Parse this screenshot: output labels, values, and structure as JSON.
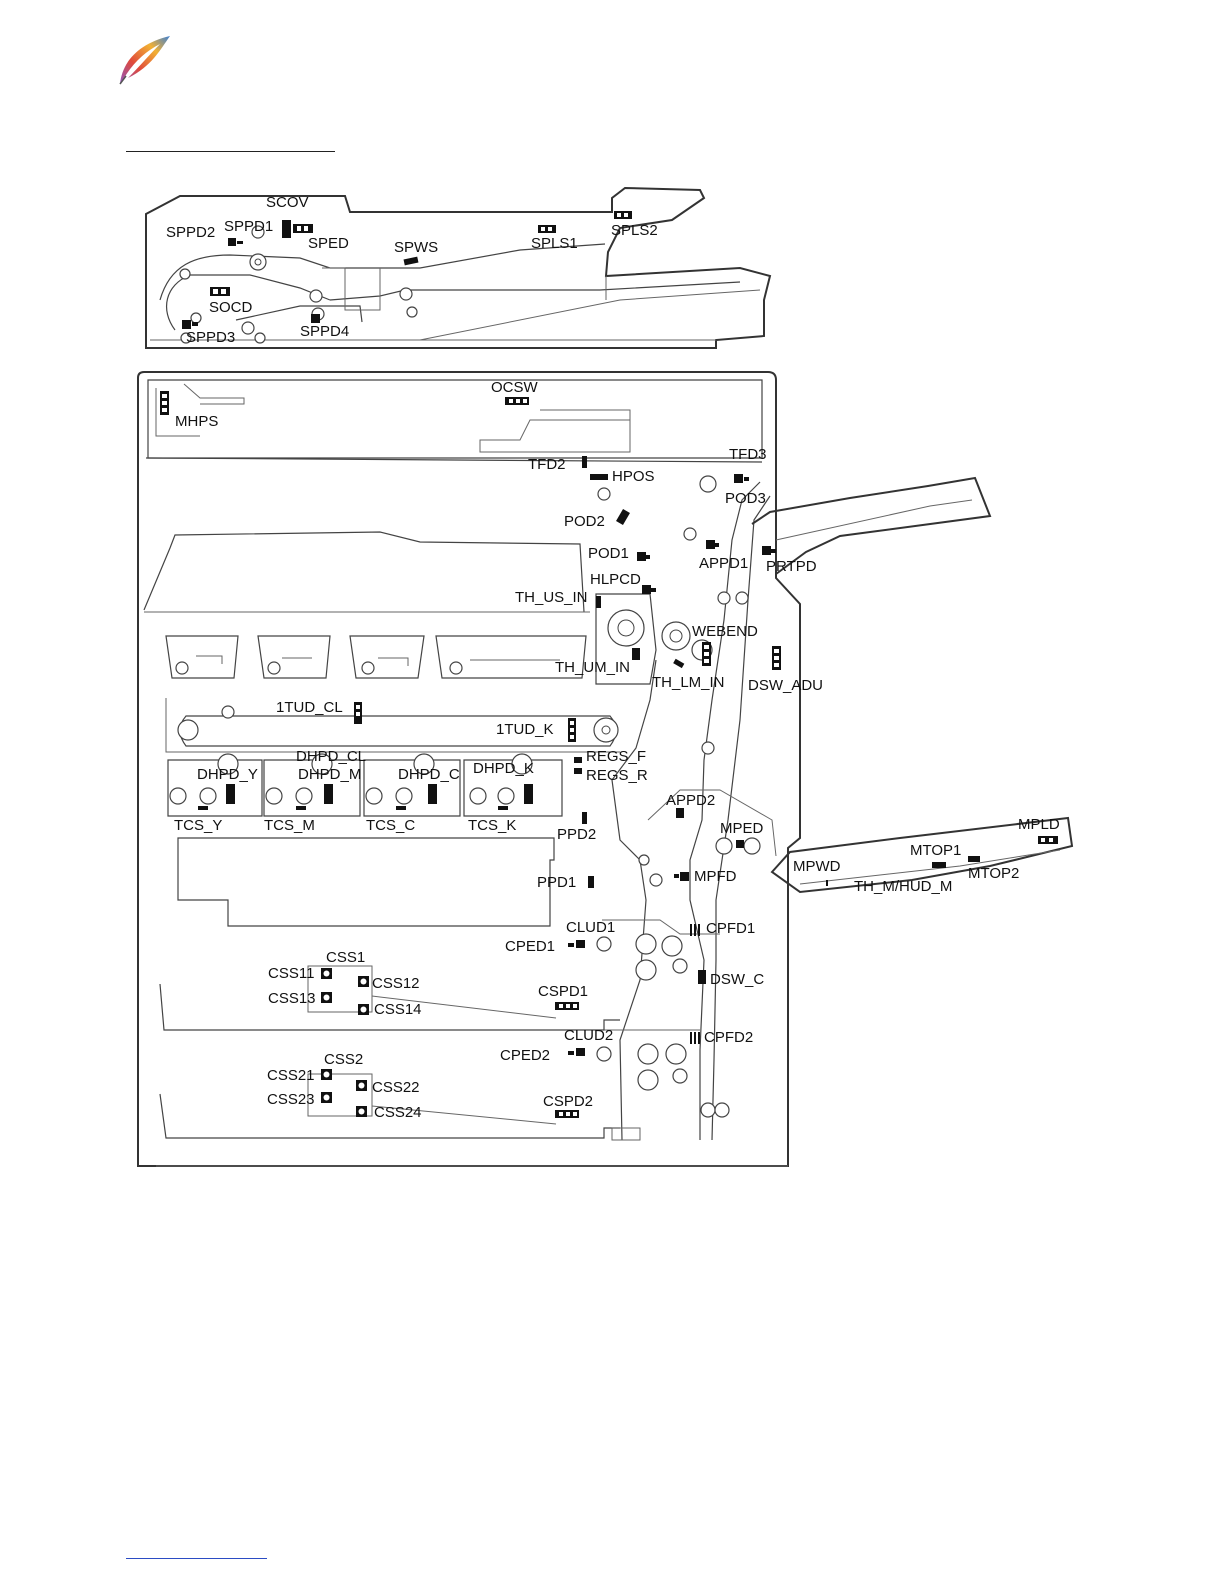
{
  "diagram": {
    "sensors": [
      {
        "id": "SCOV"
      },
      {
        "id": "SPPD1"
      },
      {
        "id": "SPPD2"
      },
      {
        "id": "SPED"
      },
      {
        "id": "SPWS"
      },
      {
        "id": "SPLS1"
      },
      {
        "id": "SPLS2"
      },
      {
        "id": "SOCD"
      },
      {
        "id": "SPPD3"
      },
      {
        "id": "SPPD4"
      },
      {
        "id": "OCSW"
      },
      {
        "id": "MHPS"
      },
      {
        "id": "TFD2"
      },
      {
        "id": "HPOS"
      },
      {
        "id": "TFD3"
      },
      {
        "id": "POD3"
      },
      {
        "id": "POD2"
      },
      {
        "id": "POD1"
      },
      {
        "id": "APPD1"
      },
      {
        "id": "PRTPD"
      },
      {
        "id": "HLPCD"
      },
      {
        "id": "TH_US_IN"
      },
      {
        "id": "WEBEND"
      },
      {
        "id": "TH_UM_IN"
      },
      {
        "id": "TH_LM_IN"
      },
      {
        "id": "DSW_ADU"
      },
      {
        "id": "1TUD_CL"
      },
      {
        "id": "1TUD_K"
      },
      {
        "id": "DHPD_CL"
      },
      {
        "id": "DHPD_Y"
      },
      {
        "id": "DHPD_M"
      },
      {
        "id": "DHPD_C"
      },
      {
        "id": "DHPD_K"
      },
      {
        "id": "REGS_F"
      },
      {
        "id": "REGS_R"
      },
      {
        "id": "TCS_Y"
      },
      {
        "id": "TCS_M"
      },
      {
        "id": "TCS_C"
      },
      {
        "id": "TCS_K"
      },
      {
        "id": "APPD2"
      },
      {
        "id": "PPD2"
      },
      {
        "id": "MPED"
      },
      {
        "id": "MPLD"
      },
      {
        "id": "MTOP1"
      },
      {
        "id": "MTOP2"
      },
      {
        "id": "MPWD"
      },
      {
        "id": "TH_M/HUD_M"
      },
      {
        "id": "PPD1"
      },
      {
        "id": "MPFD"
      },
      {
        "id": "CLUD1"
      },
      {
        "id": "CPFD1"
      },
      {
        "id": "CPED1"
      },
      {
        "id": "CSS1"
      },
      {
        "id": "CSS11"
      },
      {
        "id": "CSS12"
      },
      {
        "id": "CSS13"
      },
      {
        "id": "CSS14"
      },
      {
        "id": "CSPD1"
      },
      {
        "id": "DSW_C"
      },
      {
        "id": "CLUD2"
      },
      {
        "id": "CPFD2"
      },
      {
        "id": "CPED2"
      },
      {
        "id": "CSS2"
      },
      {
        "id": "CSS21"
      },
      {
        "id": "CSS22"
      },
      {
        "id": "CSS23"
      },
      {
        "id": "CSS24"
      },
      {
        "id": "CSPD2"
      }
    ]
  },
  "colors": {
    "line": "#444444",
    "text": "#111111",
    "link_rule": "#2b4cc4",
    "logo": [
      "#e0493a",
      "#f2b134",
      "#3b7fd4",
      "#8e56c2"
    ]
  },
  "logo": {
    "icon": "feather-logo-icon"
  }
}
